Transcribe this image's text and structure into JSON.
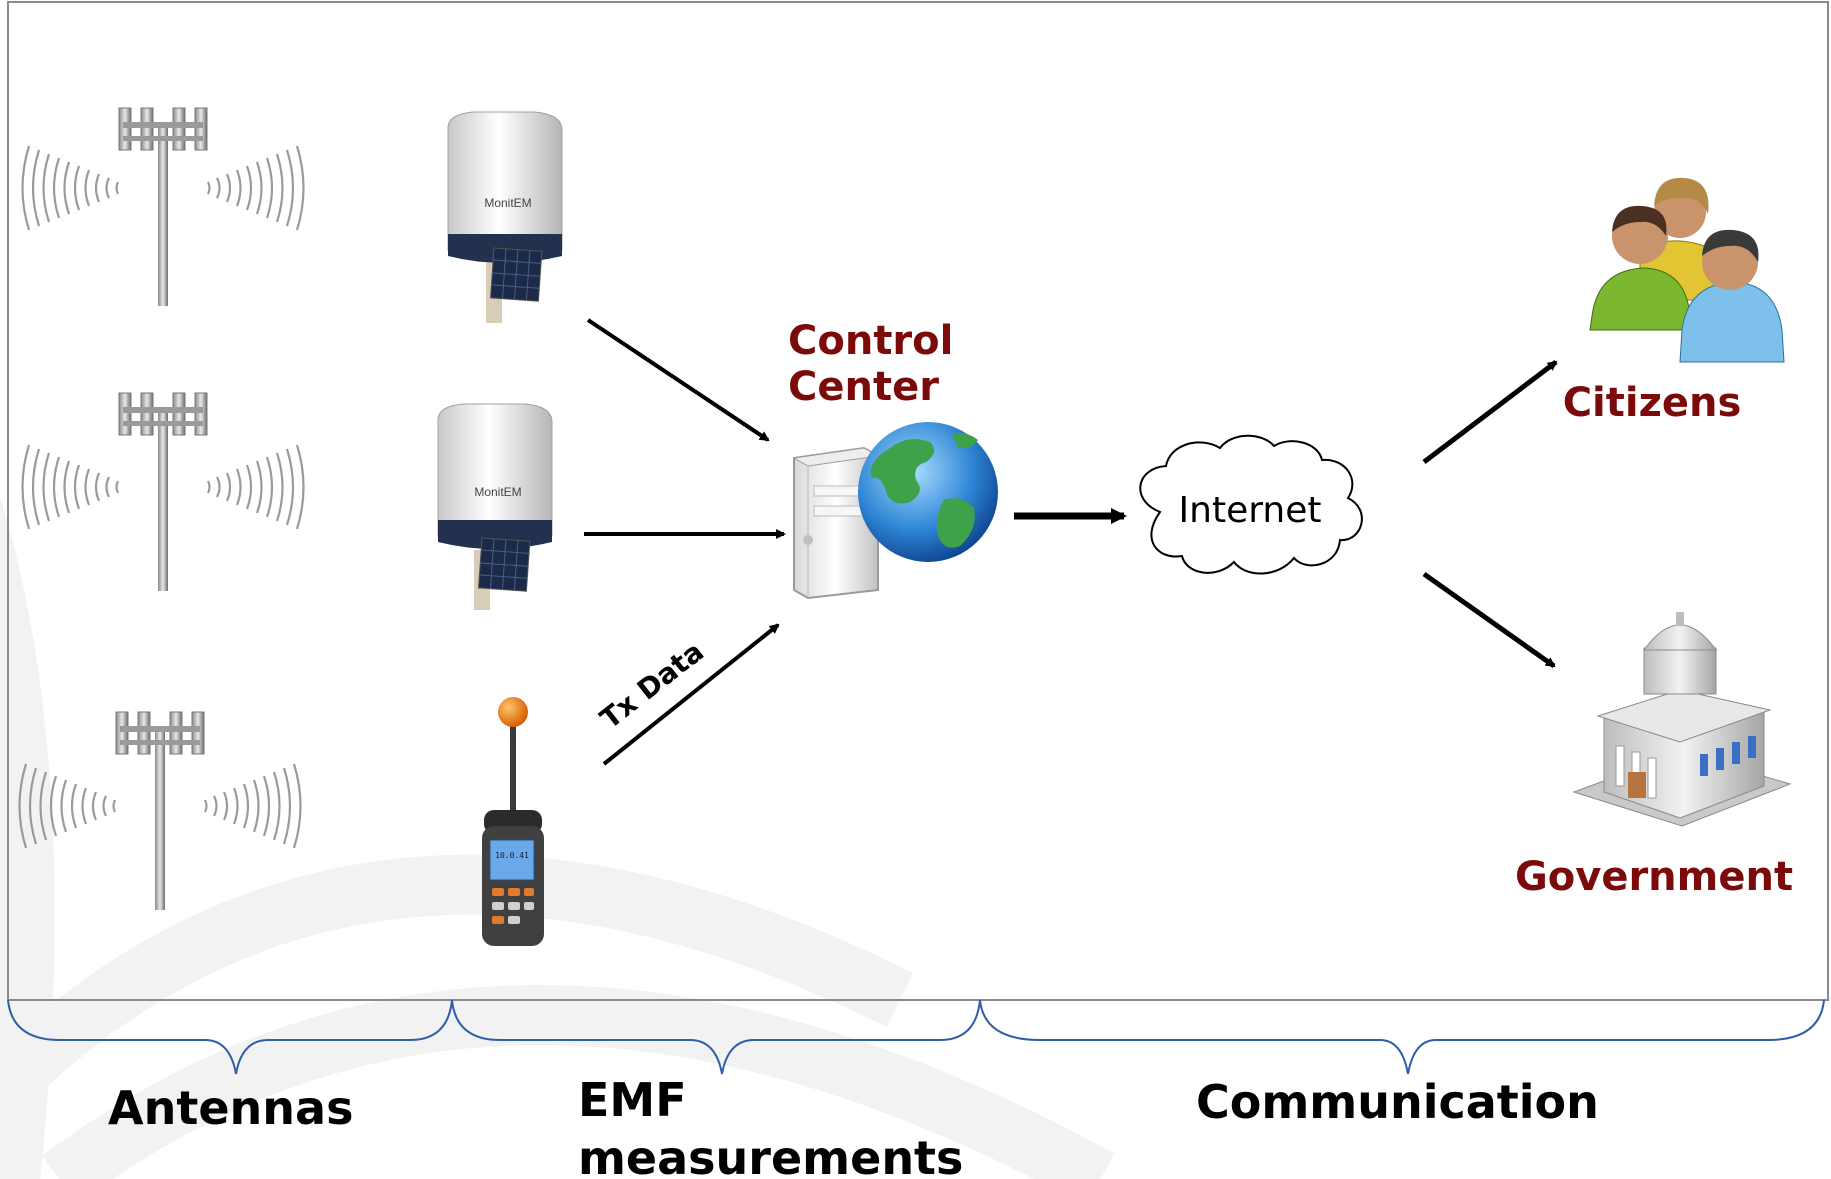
{
  "labels": {
    "control_center_line1": "Control",
    "control_center_line2": "Center",
    "internet": "Internet",
    "citizens": "Citizens",
    "government": "Government",
    "tx_data": "Tx Data",
    "device_brand": "MonitEM",
    "meter_readout": "10.0.41"
  },
  "sections": {
    "antennas": "Antennas",
    "emf_line1": "EMF",
    "emf_line2": "measurements",
    "communication": "Communication"
  },
  "colors": {
    "accent_red": "#7b0a0a",
    "brace_blue": "#2e5fa7",
    "arrow": "#000000",
    "frame": "#808080"
  }
}
